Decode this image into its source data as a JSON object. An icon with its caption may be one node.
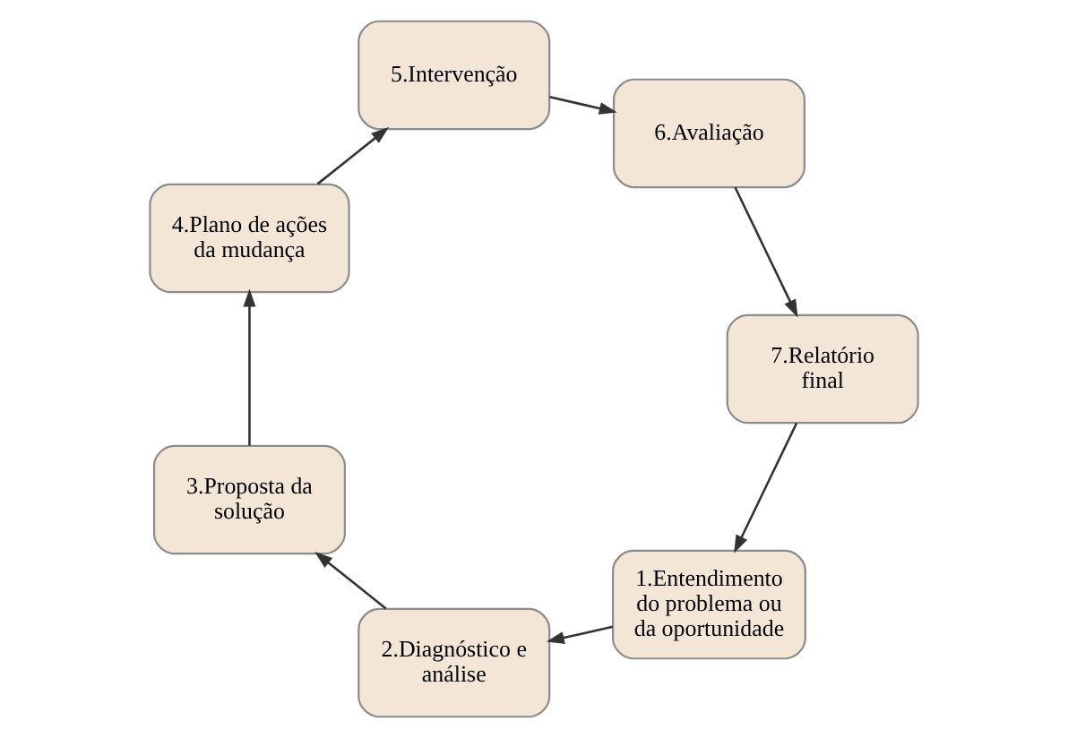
{
  "diagram": {
    "nodes": [
      {
        "text": [
          "1.Entendimento do problema ou da oportunidade"
        ]
      },
      {
        "text": [
          "2.Diagnóstico e análise"
        ]
      },
      {
        "text": [
          "3.Proposta da solução"
        ]
      },
      {
        "text": [
          "4.Plano de ações da mudança"
        ]
      },
      {
        "text": [
          "5.Intervenção"
        ]
      },
      {
        "text": [
          "6.Avaliação"
        ]
      },
      {
        "text": [
          "7.Relatório final"
        ]
      }
    ],
    "edges": [
      {
        "from": 0,
        "to": 1,
        "arrow": "to"
      },
      {
        "from": 1,
        "to": 2,
        "arrow": "to"
      },
      {
        "from": 2,
        "to": 3,
        "arrow": "to"
      },
      {
        "from": 3,
        "to": 4,
        "arrow": "to"
      },
      {
        "from": 4,
        "to": 5,
        "arrow": "to"
      },
      {
        "from": 5,
        "to": 6,
        "arrow": "to"
      },
      {
        "from": 6,
        "to": 0,
        "arrow": "to"
      }
    ]
  }
}
